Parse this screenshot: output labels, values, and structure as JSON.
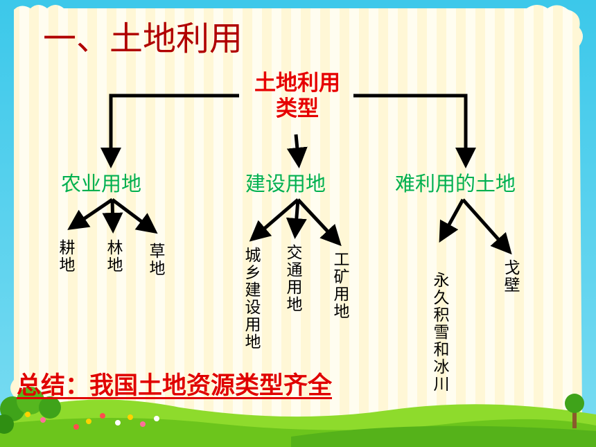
{
  "title": "一、土地利用",
  "root": {
    "line1": "土地利用",
    "line2": "类型"
  },
  "categories": [
    {
      "label": "农业用地",
      "children": [
        "耕地",
        "林地",
        "草地"
      ]
    },
    {
      "label": "建设用地",
      "children": [
        "城乡建设用地",
        "交通用地",
        "工矿用地"
      ]
    },
    {
      "label": "难利用的土地",
      "children": [
        "永久积雪和冰川",
        "戈壁"
      ]
    }
  ],
  "summary": "总结：我国土地资源类型齐全",
  "colors": {
    "sky_top": "#3cc8ea",
    "sky_bottom": "#6fd9f0",
    "panel": "#fffcec",
    "panel_stripe": "#fff6cf",
    "grass": "#7ed321",
    "grass_dark": "#4caf1a",
    "title": "#b00000",
    "root": "#e60000",
    "category": "#00b050",
    "summary": "#e00000",
    "arrow": "#000000"
  }
}
